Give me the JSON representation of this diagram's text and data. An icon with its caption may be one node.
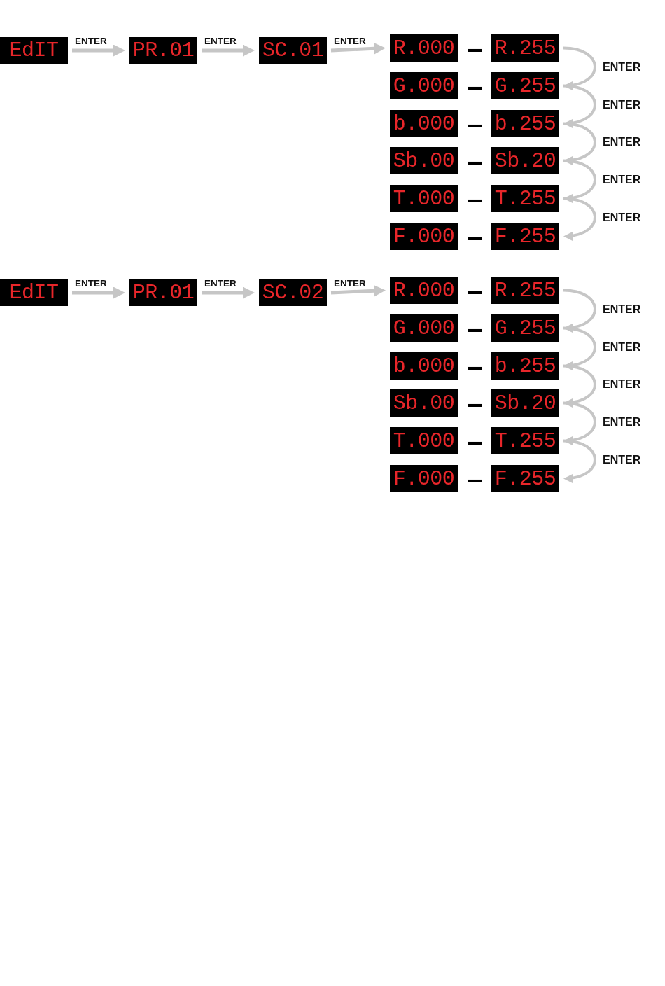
{
  "diagram": {
    "nodes": [
      {
        "text": [
          "EdIT"
        ]
      },
      {
        "text": [
          "PR.01"
        ]
      },
      {
        "text": [
          "SC.01"
        ]
      },
      {
        "text": [
          "R.000"
        ]
      },
      {
        "text": [
          "R.255"
        ]
      },
      {
        "text": [
          "G.000"
        ]
      },
      {
        "text": [
          "G.255"
        ]
      },
      {
        "text": [
          "b.000"
        ]
      },
      {
        "text": [
          "b.255"
        ]
      },
      {
        "text": [
          "Sb.00"
        ]
      },
      {
        "text": [
          "Sb.20"
        ]
      },
      {
        "text": [
          "T.000"
        ]
      },
      {
        "text": [
          "T.255"
        ]
      },
      {
        "text": [
          "F.000"
        ]
      },
      {
        "text": [
          "F.255"
        ]
      },
      {
        "text": [
          "EdIT"
        ]
      },
      {
        "text": [
          "PR.01"
        ]
      },
      {
        "text": [
          "SC.02"
        ]
      },
      {
        "text": [
          "R.000"
        ]
      },
      {
        "text": [
          "R.255"
        ]
      },
      {
        "text": [
          "G.000"
        ]
      },
      {
        "text": [
          "G.255"
        ]
      },
      {
        "text": [
          "b.000"
        ]
      },
      {
        "text": [
          "b.255"
        ]
      },
      {
        "text": [
          "Sb.00"
        ]
      },
      {
        "text": [
          "Sb.20"
        ]
      },
      {
        "text": [
          "T.000"
        ]
      },
      {
        "text": [
          "T.255"
        ]
      },
      {
        "text": [
          "F.000"
        ]
      },
      {
        "text": [
          "F.255"
        ]
      }
    ],
    "edges": [
      {
        "from": 0,
        "to": 1,
        "arrow": "to",
        "label": "ENTER"
      },
      {
        "from": 1,
        "to": 2,
        "arrow": "to",
        "label": "ENTER"
      },
      {
        "from": 2,
        "to": 3,
        "arrow": "to",
        "label": "ENTER"
      },
      {
        "from": 4,
        "to": 6,
        "arrow": "to",
        "label": "ENTER"
      },
      {
        "from": 6,
        "to": 8,
        "arrow": "to",
        "label": "ENTER"
      },
      {
        "from": 8,
        "to": 10,
        "arrow": "to",
        "label": "ENTER"
      },
      {
        "from": 10,
        "to": 12,
        "arrow": "to",
        "label": "ENTER"
      },
      {
        "from": 12,
        "to": 14,
        "arrow": "to",
        "label": "ENTER"
      },
      {
        "from": 15,
        "to": 16,
        "arrow": "to",
        "label": "ENTER"
      },
      {
        "from": 16,
        "to": 17,
        "arrow": "to",
        "label": "ENTER"
      },
      {
        "from": 17,
        "to": 18,
        "arrow": "to",
        "label": "ENTER"
      },
      {
        "from": 19,
        "to": 21,
        "arrow": "to",
        "label": "ENTER"
      },
      {
        "from": 21,
        "to": 23,
        "arrow": "to",
        "label": "ENTER"
      },
      {
        "from": 23,
        "to": 25,
        "arrow": "to",
        "label": "ENTER"
      },
      {
        "from": 25,
        "to": 27,
        "arrow": "to",
        "label": "ENTER"
      },
      {
        "from": 27,
        "to": 29,
        "arrow": "to",
        "label": "ENTER"
      }
    ],
    "labels": [
      "–",
      "–",
      "–",
      "–",
      "–",
      "–",
      "–",
      "–",
      "–",
      "–",
      "–",
      "–"
    ]
  }
}
